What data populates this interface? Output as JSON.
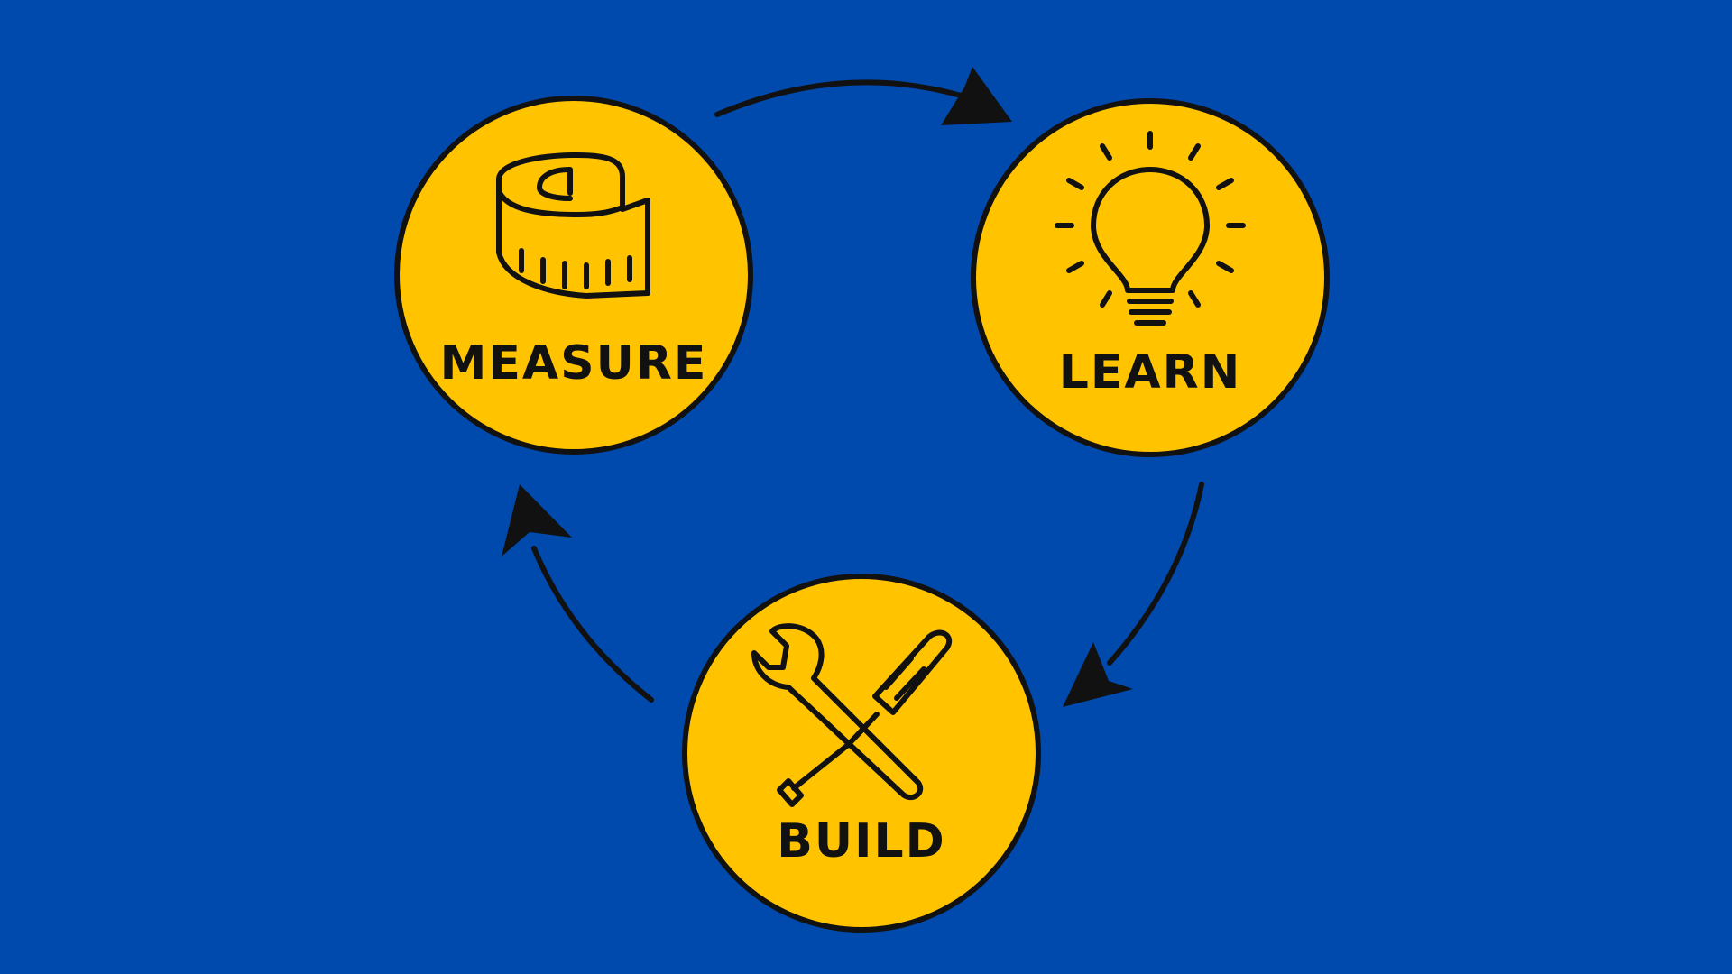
{
  "colors": {
    "background": "#004aad",
    "node_fill": "#ffc300",
    "ink": "#111111"
  },
  "nodes": [
    {
      "id": "measure",
      "label": "MEASURE",
      "icon": "measuring-tape-icon"
    },
    {
      "id": "learn",
      "label": "LEARN",
      "icon": "lightbulb-icon"
    },
    {
      "id": "build",
      "label": "BUILD",
      "icon": "wrench-screwdriver-icon"
    }
  ],
  "edges": [
    {
      "from": "measure",
      "to": "learn"
    },
    {
      "from": "learn",
      "to": "build"
    },
    {
      "from": "build",
      "to": "measure"
    }
  ]
}
